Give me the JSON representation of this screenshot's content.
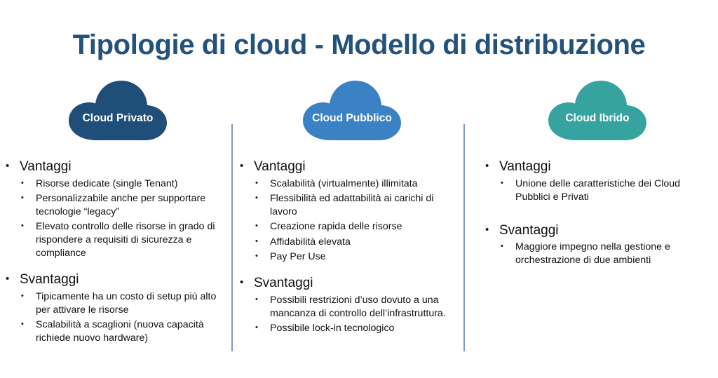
{
  "title": "Tipologie di cloud - Modello di distribuzione",
  "colors": {
    "title": "#23527c",
    "divider": "#7b9bc4",
    "cloud_private": "#1f4e79",
    "cloud_public": "#3b82c4",
    "cloud_hybrid": "#37a3a0",
    "background": "#ffffff",
    "text": "#111111"
  },
  "bullet_glyph": "•",
  "columns": [
    {
      "cloud_label": "Cloud Privato",
      "cloud_color": "#1f4e79",
      "sections": [
        {
          "heading": "Vantaggi",
          "items": [
            "Risorse dedicate (single Tenant)",
            "Personalizzabile anche per supportare tecnologie “legacy”",
            "Elevato controllo delle risorse in grado di rispondere a requisiti di sicurezza e compliance"
          ]
        },
        {
          "heading": "Svantaggi",
          "items": [
            "Tipicamente ha un costo di setup più alto per attivare le risorse",
            "Scalabilità a scaglioni (nuova capacità richiede nuovo hardware)"
          ]
        }
      ]
    },
    {
      "cloud_label": "Cloud Pubblico",
      "cloud_color": "#3b82c4",
      "sections": [
        {
          "heading": "Vantaggi",
          "items": [
            "Scalabilità (virtualmente) illimitata",
            "Flessibilità ed adattabilità ai carichi di lavoro",
            "Creazione rapida delle risorse",
            "Affidabilità elevata",
            "Pay Per Use"
          ]
        },
        {
          "heading": "Svantaggi",
          "items": [
            "Possibili restrizioni d’uso dovuto a una mancanza di controllo dell’infrastruttura.",
            "Possibile lock-in tecnologico"
          ]
        }
      ]
    },
    {
      "cloud_label": "Cloud Ibrido",
      "cloud_color": "#37a3a0",
      "sections": [
        {
          "heading": "Vantaggi",
          "items": [
            "Unione delle caratteristiche dei Cloud Pubblici e Privati"
          ]
        },
        {
          "heading": "Svantaggi",
          "items": [
            "Maggiore impegno nella gestione e orchestrazione di due ambienti"
          ]
        }
      ]
    }
  ]
}
